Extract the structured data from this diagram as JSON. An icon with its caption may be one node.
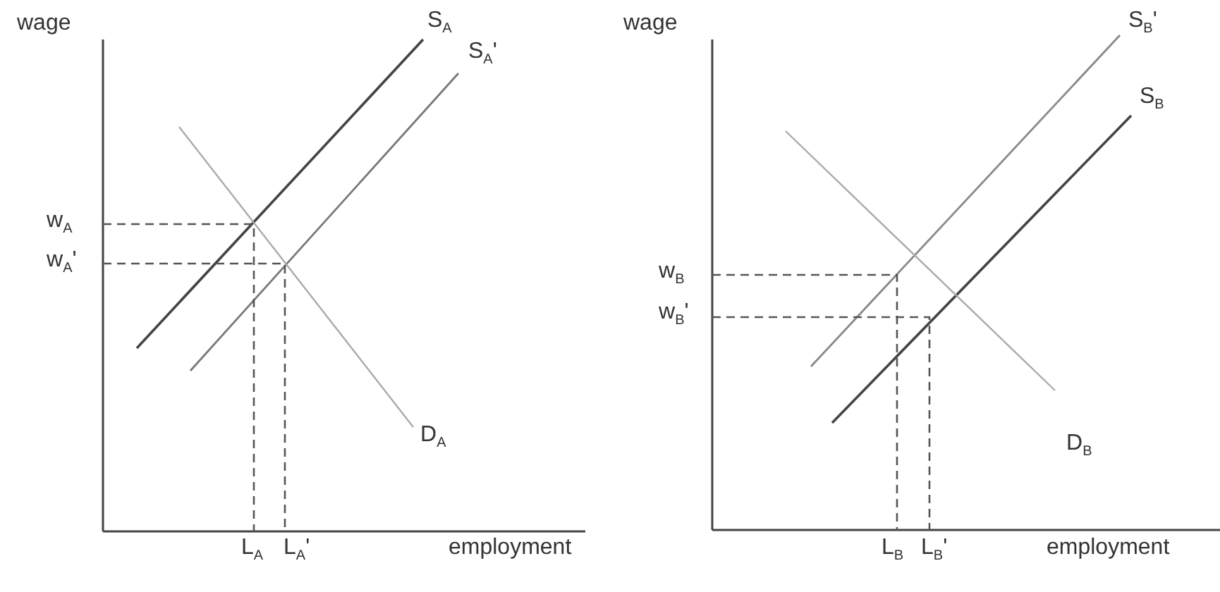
{
  "diagram": {
    "labels": [
      "wage",
      "S$_{A}$",
      "S$_{A}$'",
      "w$_{A}$",
      "w$_{A}$'",
      "D$_{A}$",
      "L$_{A}$",
      "L$_{A}$'",
      "employment",
      "wage",
      "S$_{B}$'",
      "S$_{B}$",
      "w$_{B}$",
      "w$_{B}$'",
      "D$_{B}$",
      "L$_{B}$",
      "L$_{B}$'",
      "employment"
    ]
  }
}
